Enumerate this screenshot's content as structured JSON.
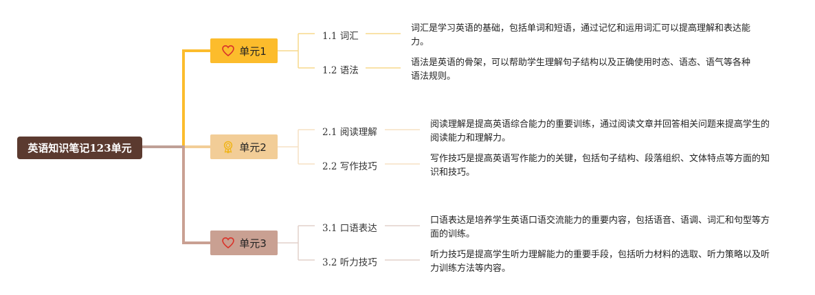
{
  "root": {
    "title": "英语知识笔记123单元"
  },
  "colors": {
    "root_bg": "#5b3a2f",
    "unit1": "#fcbc2c",
    "unit2": "#f2cd97",
    "unit3": "#c9a092",
    "root_line": "#bfa096"
  },
  "units": [
    {
      "label": "单元1",
      "icon": "heart-icon",
      "items": [
        {
          "label": "1.1 词汇",
          "desc": "词汇是学习英语的基础，包括单词和短语，通过记忆和运用词汇可以提高理解和表达能力。"
        },
        {
          "label": "1.2 语法",
          "desc": "语法是英语的骨架，可以帮助学生理解句子结构以及正确使用时态、语态、语气等各种语法规则。"
        }
      ]
    },
    {
      "label": "单元2",
      "icon": "award-badge-icon",
      "items": [
        {
          "label": "2.1 阅读理解",
          "desc": "阅读理解是提高英语综合能力的重要训练，通过阅读文章并回答相关问题来提高学生的阅读能力和理解力。"
        },
        {
          "label": "2.2 写作技巧",
          "desc": "写作技巧是提高英语写作能力的关键，包括句子结构、段落组织、文体特点等方面的知识和技巧。"
        }
      ]
    },
    {
      "label": "单元3",
      "icon": "heart-icon",
      "items": [
        {
          "label": "3.1 口语表达",
          "desc": "口语表达是培养学生英语口语交流能力的重要内容，包括语音、语调、词汇和句型等方面的训练。"
        },
        {
          "label": "3.2 听力技巧",
          "desc": "听力技巧是提高学生听力理解能力的重要手段，包括听力材料的选取、听力策略以及听力训练方法等内容。"
        }
      ]
    }
  ]
}
